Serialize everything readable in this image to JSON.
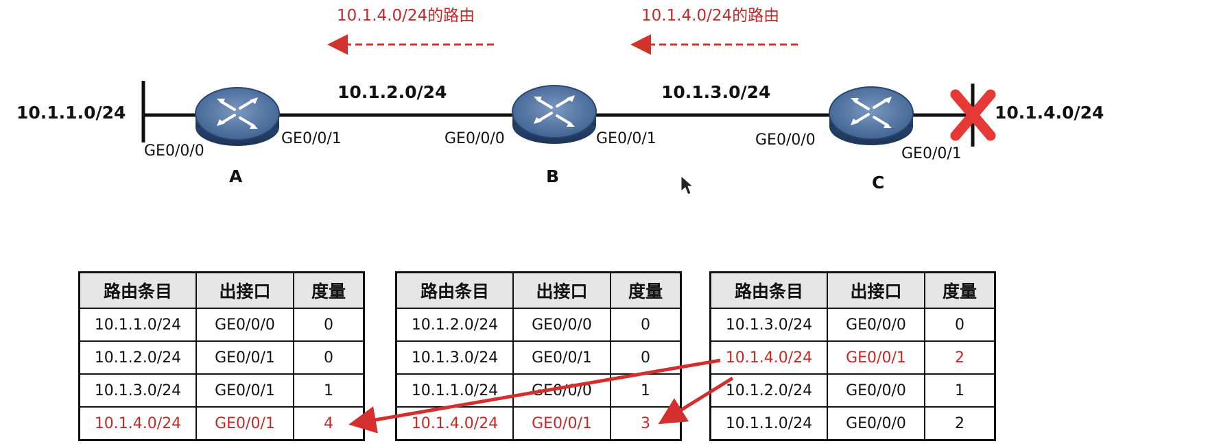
{
  "advertisements": [
    {
      "label": "10.1.4.0/24的路由"
    },
    {
      "label": "10.1.4.0/24的路由"
    }
  ],
  "networks": {
    "left": "10.1.1.0/24",
    "ab": "10.1.2.0/24",
    "bc": "10.1.3.0/24",
    "right": "10.1.4.0/24"
  },
  "routers": [
    {
      "name": "A",
      "port_left": "GE0/0/0",
      "port_right": "GE0/0/1"
    },
    {
      "name": "B",
      "port_left": "GE0/0/0",
      "port_right": "GE0/0/1"
    },
    {
      "name": "C",
      "port_left": "GE0/0/0",
      "port_right": "GE0/0/1"
    }
  ],
  "link_failure_icon": "red-x-icon",
  "colors": {
    "highlight": "#c62828",
    "router_body": "#3d6190",
    "line": "#111111"
  },
  "tables": [
    {
      "headers": [
        "路由条目",
        "出接口",
        "度量"
      ],
      "rows": [
        [
          "10.1.1.0/24",
          "GE0/0/0",
          "0"
        ],
        [
          "10.1.2.0/24",
          "GE0/0/1",
          "0"
        ],
        [
          "10.1.3.0/24",
          "GE0/0/1",
          "1"
        ],
        [
          "10.1.4.0/24",
          "GE0/0/1",
          "4"
        ]
      ]
    },
    {
      "headers": [
        "路由条目",
        "出接口",
        "度量"
      ],
      "rows": [
        [
          "10.1.2.0/24",
          "GE0/0/0",
          "0"
        ],
        [
          "10.1.3.0/24",
          "GE0/0/1",
          "0"
        ],
        [
          "10.1.1.0/24",
          "GE0/0/0",
          "1"
        ],
        [
          "10.1.4.0/24",
          "GE0/0/1",
          "3"
        ]
      ]
    },
    {
      "headers": [
        "路由条目",
        "出接口",
        "度量"
      ],
      "rows": [
        [
          "10.1.3.0/24",
          "GE0/0/0",
          "0"
        ],
        [
          "10.1.4.0/24",
          "GE0/0/1",
          "2"
        ],
        [
          "10.1.2.0/24",
          "GE0/0/0",
          "1"
        ],
        [
          "10.1.1.0/24",
          "GE0/0/0",
          "2"
        ]
      ]
    }
  ]
}
